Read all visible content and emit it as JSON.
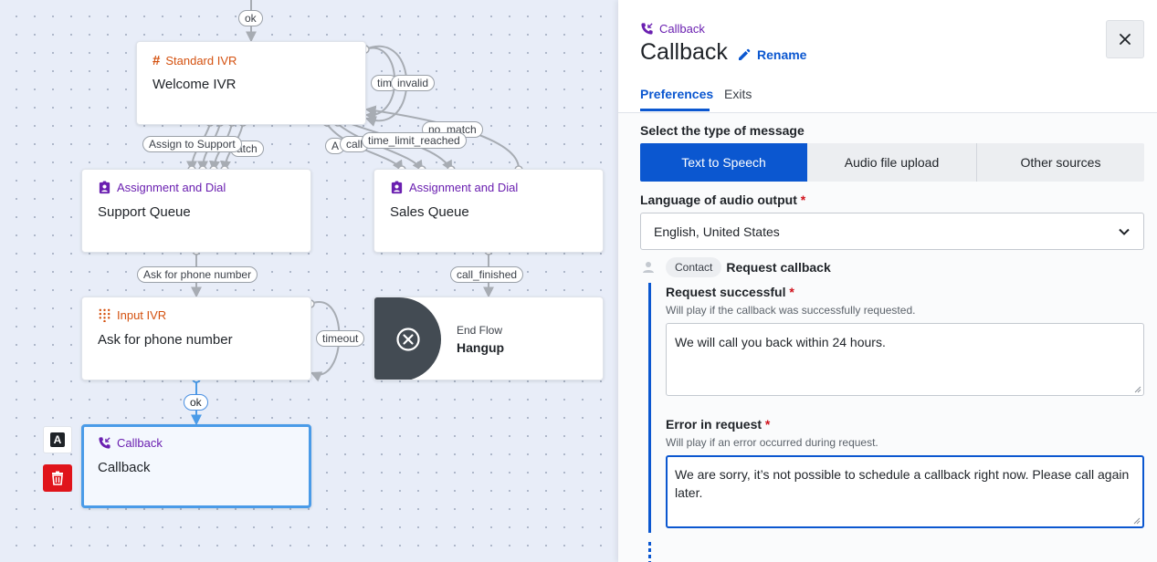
{
  "canvas": {
    "nodes": [
      {
        "id": "welcome",
        "type_label": "Standard IVR",
        "icon": "hash-icon",
        "title": "Welcome IVR",
        "color": "#d4510f"
      },
      {
        "id": "support",
        "type_label": "Assignment and Dial",
        "icon": "assignment-badge-icon",
        "title": "Support Queue",
        "color": "#6a1fb0"
      },
      {
        "id": "sales",
        "type_label": "Assignment and Dial",
        "icon": "assignment-badge-icon",
        "title": "Sales Queue",
        "color": "#6a1fb0"
      },
      {
        "id": "input",
        "type_label": "Input IVR",
        "icon": "keypad-icon",
        "title": "Ask for phone number",
        "color": "#d4510f"
      },
      {
        "id": "callback",
        "type_label": "Callback",
        "icon": "phone-callback-icon",
        "title": "Callback",
        "color": "#6a1fb0",
        "selected": true
      }
    ],
    "end_flow": {
      "subtitle": "End Flow",
      "title": "Hangup"
    },
    "edges": {
      "ok_top": "ok",
      "tim": "tim",
      "invalid": "invalid",
      "no_match": "no_match",
      "assign_support": "Assign to Support",
      "atch": "atch",
      "a_short": "A",
      "call_short": "call",
      "time_limit": "time_limit_reached",
      "ask_phone": "Ask for phone number",
      "call_finished": "call_finished",
      "timeout": "timeout",
      "ok_bottom": "ok"
    },
    "tools": {
      "annotate_letter": "A"
    }
  },
  "panel": {
    "kind": "Callback",
    "title": "Callback",
    "rename": "Rename",
    "tabs": [
      {
        "label": "Preferences",
        "active": true
      },
      {
        "label": "Exits",
        "active": false
      }
    ],
    "message_type_label": "Select the type of message",
    "message_types": [
      "Text to Speech",
      "Audio file upload",
      "Other sources"
    ],
    "language_label": "Language of audio output",
    "language_value": "English, United States",
    "contact_chip": "Contact",
    "contact_action": "Request callback",
    "success": {
      "label": "Request successful",
      "hint": "Will play if the callback was successfully requested.",
      "value": "We will call you back within 24 hours."
    },
    "error": {
      "label": "Error in request",
      "hint": "Will play if an error occurred during request.",
      "value": "We are sorry, it’s not possible to schedule a callback right now. Please call again later."
    },
    "required_mark": "*"
  }
}
